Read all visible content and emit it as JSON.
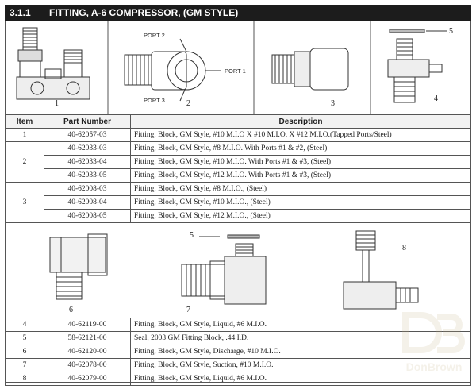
{
  "section": {
    "number": "3.1.1",
    "title": "FITTING, A-6 COMPRESSOR, (GM STYLE)"
  },
  "figures_top": [
    {
      "label": "1"
    },
    {
      "label": "2",
      "callouts": [
        "PORT 2",
        "PORT 1",
        "PORT 3"
      ]
    },
    {
      "label": "3"
    },
    {
      "label": "4",
      "callout": "5"
    }
  ],
  "table1": {
    "headers": [
      "Item",
      "Part Number",
      "Description"
    ],
    "groups": [
      {
        "item": "1",
        "rows": [
          {
            "part": "40-62057-03",
            "desc": "Fitting, Block, GM Style, #10 M.I.O X #10 M.I.O. X #12 M.I.O.(Tapped Ports/Steel)"
          }
        ]
      },
      {
        "item": "2",
        "rows": [
          {
            "part": "40-62033-03",
            "desc": "Fitting, Block, GM Style, #8 M.I.O. With Ports #1 & #2, (Steel)"
          },
          {
            "part": "40-62033-04",
            "desc": "Fitting, Block, GM Style, #10 M.I.O. With Ports #1 & #3, (Steel)"
          },
          {
            "part": "40-62033-05",
            "desc": "Fitting, Block, GM Style, #12 M.I.O. With Ports #1 & #3, (Steel)"
          }
        ]
      },
      {
        "item": "3",
        "rows": [
          {
            "part": "40-62008-03",
            "desc": "Fitting, Block, GM Style, #8 M.I.O., (Steel)"
          },
          {
            "part": "40-62008-04",
            "desc": "Fitting, Block, GM Style, #10 M.I.O., (Steel)"
          },
          {
            "part": "40-62008-05",
            "desc": "Fitting, Block, GM Style, #12 M.I.O., (Steel)"
          }
        ]
      }
    ]
  },
  "figures_mid": [
    {
      "label": "6"
    },
    {
      "label": "7",
      "callout": "5"
    },
    {
      "label": "8"
    }
  ],
  "table2": {
    "rows": [
      {
        "item": "4",
        "part": "40-62119-00",
        "desc": "Fitting, Block, GM Style, Liquid, #6 M.I.O."
      },
      {
        "item": "5",
        "part": "58-62121-00",
        "desc": "Seal, 2003 GM Fitting Block, .44 I.D."
      },
      {
        "item": "6",
        "part": "40-62120-00",
        "desc": "Fitting, Block, GM Style, Discharge, #10 M.I.O."
      },
      {
        "item": "7",
        "part": "40-62078-00",
        "desc": "Fitting, Block, GM Style, Suction, #10 M.I.O."
      },
      {
        "item": "8",
        "part": "40-62079-00",
        "desc": "Fitting, Block, GM Style, Liquid, #6 M.I.O."
      }
    ]
  },
  "watermark": {
    "text": "DonBrown",
    "color": "#c8b48a"
  }
}
